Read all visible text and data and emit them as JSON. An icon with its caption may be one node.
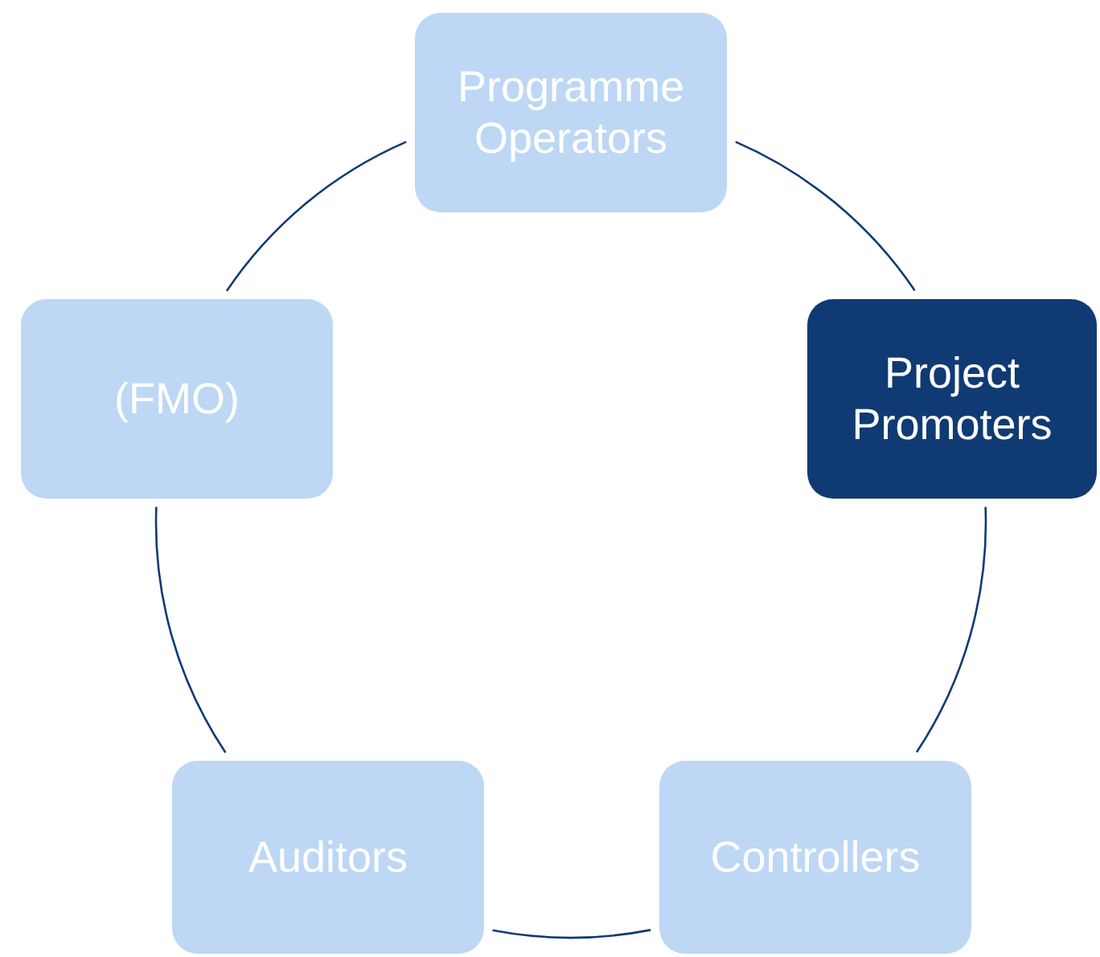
{
  "diagram": {
    "nodes": [
      {
        "text": [
          "Programme Operators"
        ]
      },
      {
        "text": [
          "Project Promoters"
        ]
      },
      {
        "text": [
          "Controllers"
        ]
      },
      {
        "text": [
          "Auditors"
        ]
      },
      {
        "text": [
          "(FMO)"
        ]
      }
    ],
    "edges": [
      {
        "from": 0,
        "to": 1,
        "arrow": "none"
      },
      {
        "from": 1,
        "to": 2,
        "arrow": "none"
      },
      {
        "from": 2,
        "to": 3,
        "arrow": "none"
      },
      {
        "from": 3,
        "to": 4,
        "arrow": "none"
      },
      {
        "from": 4,
        "to": 0,
        "arrow": "none"
      }
    ]
  }
}
